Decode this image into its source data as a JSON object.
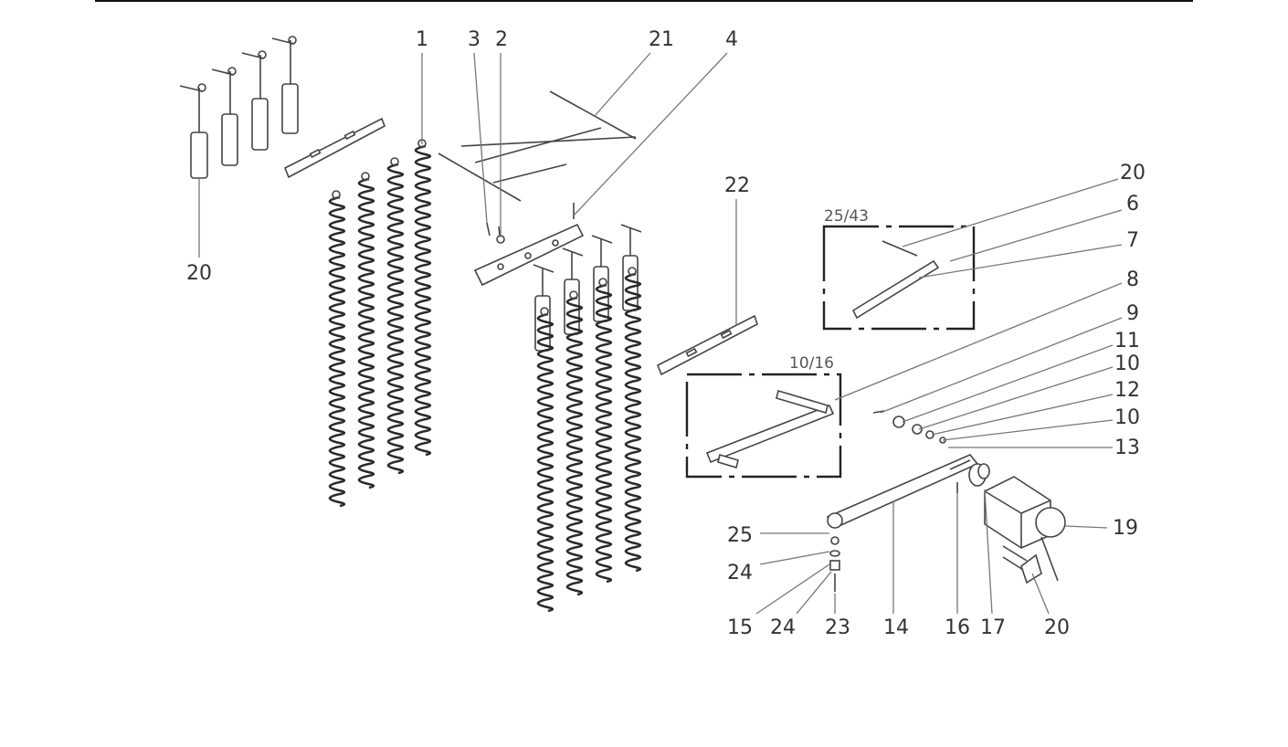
{
  "diagram": {
    "callouts": [
      "1",
      "3",
      "2",
      "21",
      "4",
      "20",
      "22",
      "20",
      "6",
      "7",
      "8",
      "9",
      "11",
      "10",
      "12",
      "10",
      "13",
      "19",
      "25",
      "24",
      "15",
      "24",
      "23",
      "14",
      "16",
      "17",
      "20"
    ],
    "detail_boxes": [
      "25/43",
      "10/16"
    ]
  },
  "colors": {
    "ink": "#333333",
    "leader": "#777777",
    "background": "#ffffff"
  }
}
